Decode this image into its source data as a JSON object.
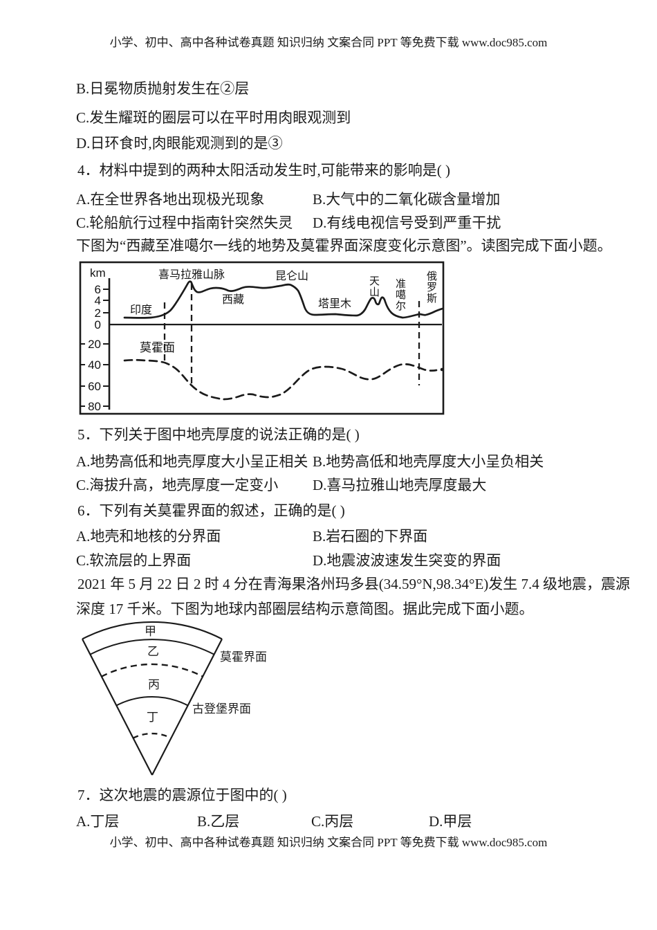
{
  "header": {
    "text": "小学、初中、高中各种试卷真题 知识归纳 文案合同 PPT 等免费下载   www.doc985.com"
  },
  "footer": {
    "text": "小学、初中、高中各种试卷真题 知识归纳 文案合同 PPT 等免费下载   www.doc985.com"
  },
  "questions": {
    "q3_options": [
      "B.日冕物质抛射发生在②层",
      "C.发生耀斑的圈层可以在平时用肉眼观测到",
      "D.日环食时,肉眼能观测到的是③"
    ],
    "q4": {
      "stem": "4．材料中提到的两种太阳活动发生时,可能带来的影响是( )",
      "options": [
        "A.在全世界各地出现极光现象",
        "B.大气中的二氧化碳含量增加",
        "C.轮船航行过程中指南针突然失灵",
        "D.有线电视信号受到严重干扰"
      ]
    },
    "passage1": "下图为“西藏至准噶尔一线的地势及莫霍界面深度变化示意图”。读图完成下面小题。",
    "q5": {
      "stem": "5．下列关于图中地壳厚度的说法正确的是( )",
      "options": [
        "A.地势高低和地壳厚度大小呈正相关",
        "B.地势高低和地壳厚度大小呈负相关",
        "C.海拔升高，地壳厚度一定变小",
        "D.喜马拉雅山地壳厚度最大"
      ]
    },
    "q6": {
      "stem": "6．下列有关莫霍界面的叙述，正确的是( )",
      "options": [
        "A.地壳和地核的分界面",
        "B.岩石圈的下界面",
        "C.软流层的上界面",
        "D.地震波波速发生突变的界面"
      ]
    },
    "passage2": [
      "2021 年 5 月 22 日 2 时 4 分在青海果洛州玛多县(34.59°N,98.34°E)发生 7.4 级地震，震源",
      "深度 17 千米。下图为地球内部圈层结构示意简图。据此完成下面小题。"
    ],
    "q7": {
      "stem": "7．这次地震的震源位于图中的( )",
      "options": [
        "A.丁层",
        "B.乙层",
        "C.丙层",
        "D.甲层"
      ]
    }
  },
  "figure1": {
    "unit_label": "km",
    "yticks": [
      "6",
      "4",
      "2",
      "0",
      "20",
      "40",
      "60",
      "80"
    ],
    "labels": {
      "india": "印度",
      "himalaya": "喜马拉雅山脉",
      "tibet": "西藏",
      "kunlun": "昆仑山",
      "tarim": "塔里木",
      "tianshan": "天山",
      "junggar": "准噶尔",
      "russia": "俄罗斯",
      "moho": "莫霍面"
    }
  },
  "figure2": {
    "layers": [
      "甲",
      "乙",
      "丙",
      "丁"
    ],
    "moho_label": "莫霍界面",
    "gutenberg_label": "古登堡界面"
  }
}
